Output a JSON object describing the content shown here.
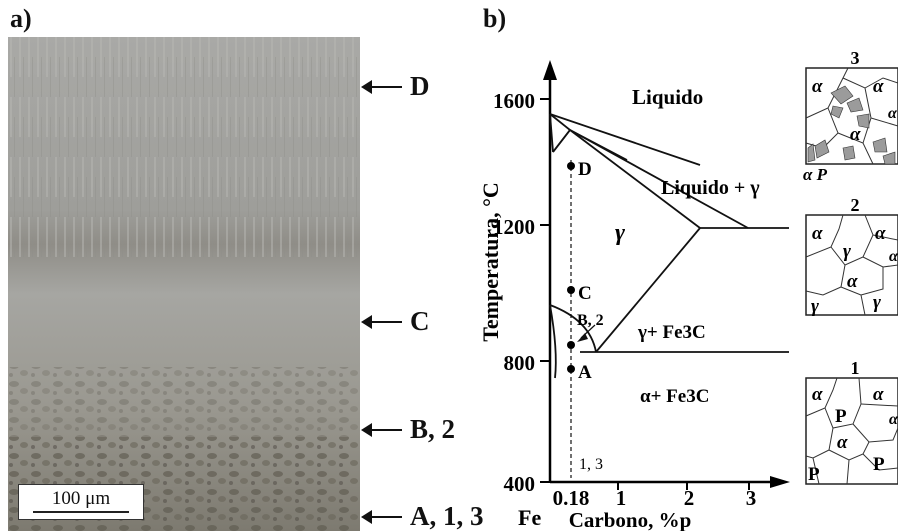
{
  "panel_a": {
    "label": "a)",
    "scale_bar": "100 μm",
    "markers": [
      "D",
      "C",
      "B, 2",
      "A, 1, 3"
    ]
  },
  "panel_b": {
    "label": "b)",
    "y_axis_label": "Temperatura, °C",
    "x_axis_label": "Carbono, %p",
    "origin_label": "Fe",
    "y_ticks": [
      "400",
      "800",
      "1200",
      "1600"
    ],
    "x_ticks": [
      "0.18",
      "1",
      "2",
      "3"
    ],
    "regions": {
      "liquid": "Liquido",
      "liquid_gamma": "Liquido + γ",
      "gamma": "γ",
      "gamma_fe3c": "γ+ Fe3C",
      "alpha_fe3c": "α+ Fe3C"
    },
    "points": [
      "D",
      "C",
      "B, 2",
      "A",
      "1, 3"
    ]
  },
  "schematics": [
    {
      "number": "3",
      "phases": [
        "α",
        "α",
        "α",
        "α"
      ],
      "caption": "α P"
    },
    {
      "number": "2",
      "phases": [
        "α",
        "γ",
        "α",
        "α",
        "γ",
        "α",
        "γ"
      ]
    },
    {
      "number": "1",
      "phases": [
        "α",
        "α",
        "P",
        "α",
        "α",
        "P",
        "P"
      ]
    }
  ]
}
